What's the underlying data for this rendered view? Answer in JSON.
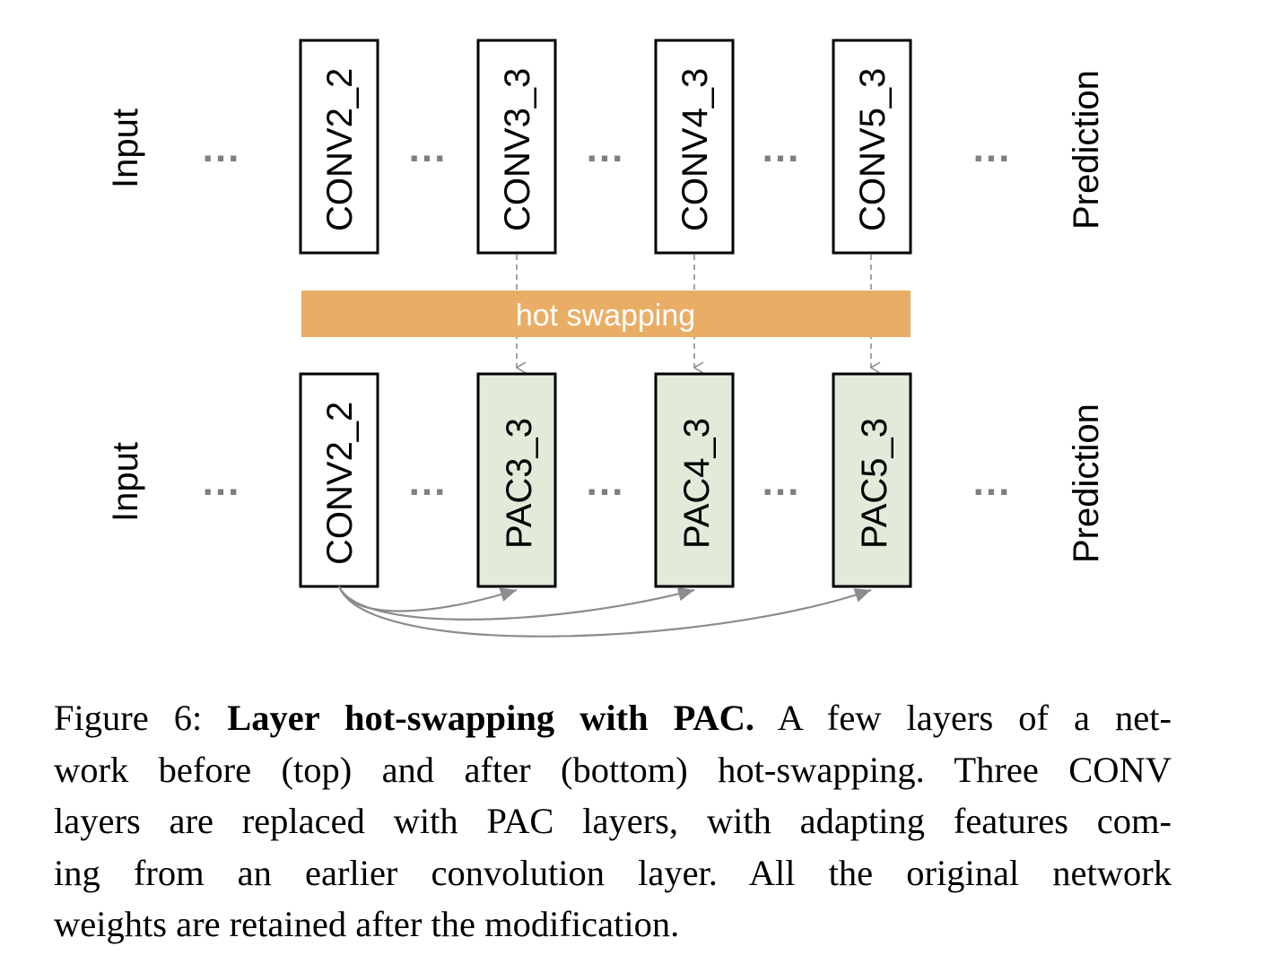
{
  "diagram": {
    "top_row": {
      "input_label": "Input",
      "output_label": "Prediction",
      "ellipsis": "...",
      "layers": [
        "CONV2_2",
        "CONV3_3",
        "CONV4_3",
        "CONV5_3"
      ]
    },
    "bottom_row": {
      "input_label": "Input",
      "output_label": "Prediction",
      "ellipsis": "...",
      "layers": [
        "CONV2_2",
        "PAC3_3",
        "PAC4_3",
        "PAC5_3"
      ]
    },
    "hot_swapping_label": "hot swapping",
    "colors": {
      "hot_swapping_bar": "#e9ad66",
      "pac_fill": "#e3ead9",
      "conv_fill": "#ffffff",
      "ellipsis": "#7f7f7f",
      "connector": "#8c8c8c"
    }
  },
  "caption": {
    "prefix": "Figure 6: ",
    "bold": "Layer hot-swapping with PAC.",
    "line1_rest": " A few layers of a net-",
    "line2": "work before (top) and after (bottom) hot-swapping. Three CONV",
    "line3": "layers are replaced with PAC layers, with adapting features com-",
    "line4": "ing from an earlier convolution layer.  All the original network",
    "line5": "weights are retained after the modification."
  }
}
